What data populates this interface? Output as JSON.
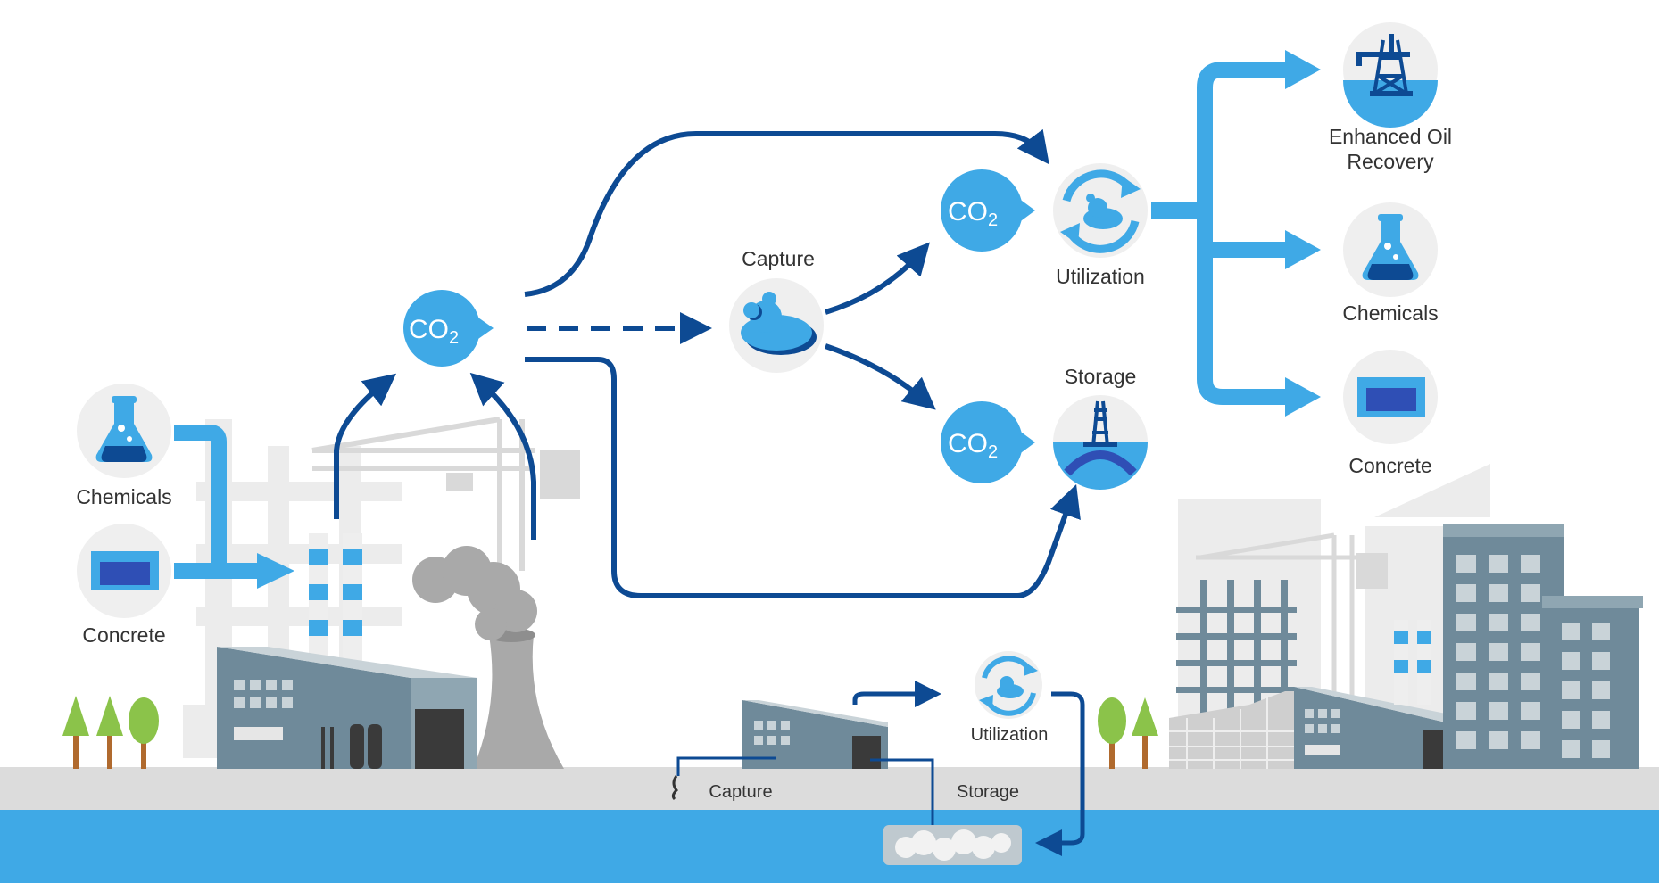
{
  "labels": {
    "chemicals_left": "Chemicals",
    "concrete_left": "Concrete",
    "capture_top": "Capture",
    "utilization_top": "Utilization",
    "storage_top": "Storage",
    "eor_line1": "Enhanced Oil",
    "eor_line2": "Recovery",
    "chemicals_right": "Chemicals",
    "concrete_right": "Concrete",
    "capture_bottom": "Capture",
    "utilization_bottom": "Utilization",
    "storage_bottom": "Storage"
  },
  "co2": {
    "main": "CO",
    "sub": "2"
  },
  "colors": {
    "dark_blue": "#0d4a93",
    "light_blue": "#3fa9e6",
    "icon_bg": "#efefef",
    "ground": "#dcdcdc",
    "water": "#3fa9e6",
    "building": "#6f8a9a"
  }
}
